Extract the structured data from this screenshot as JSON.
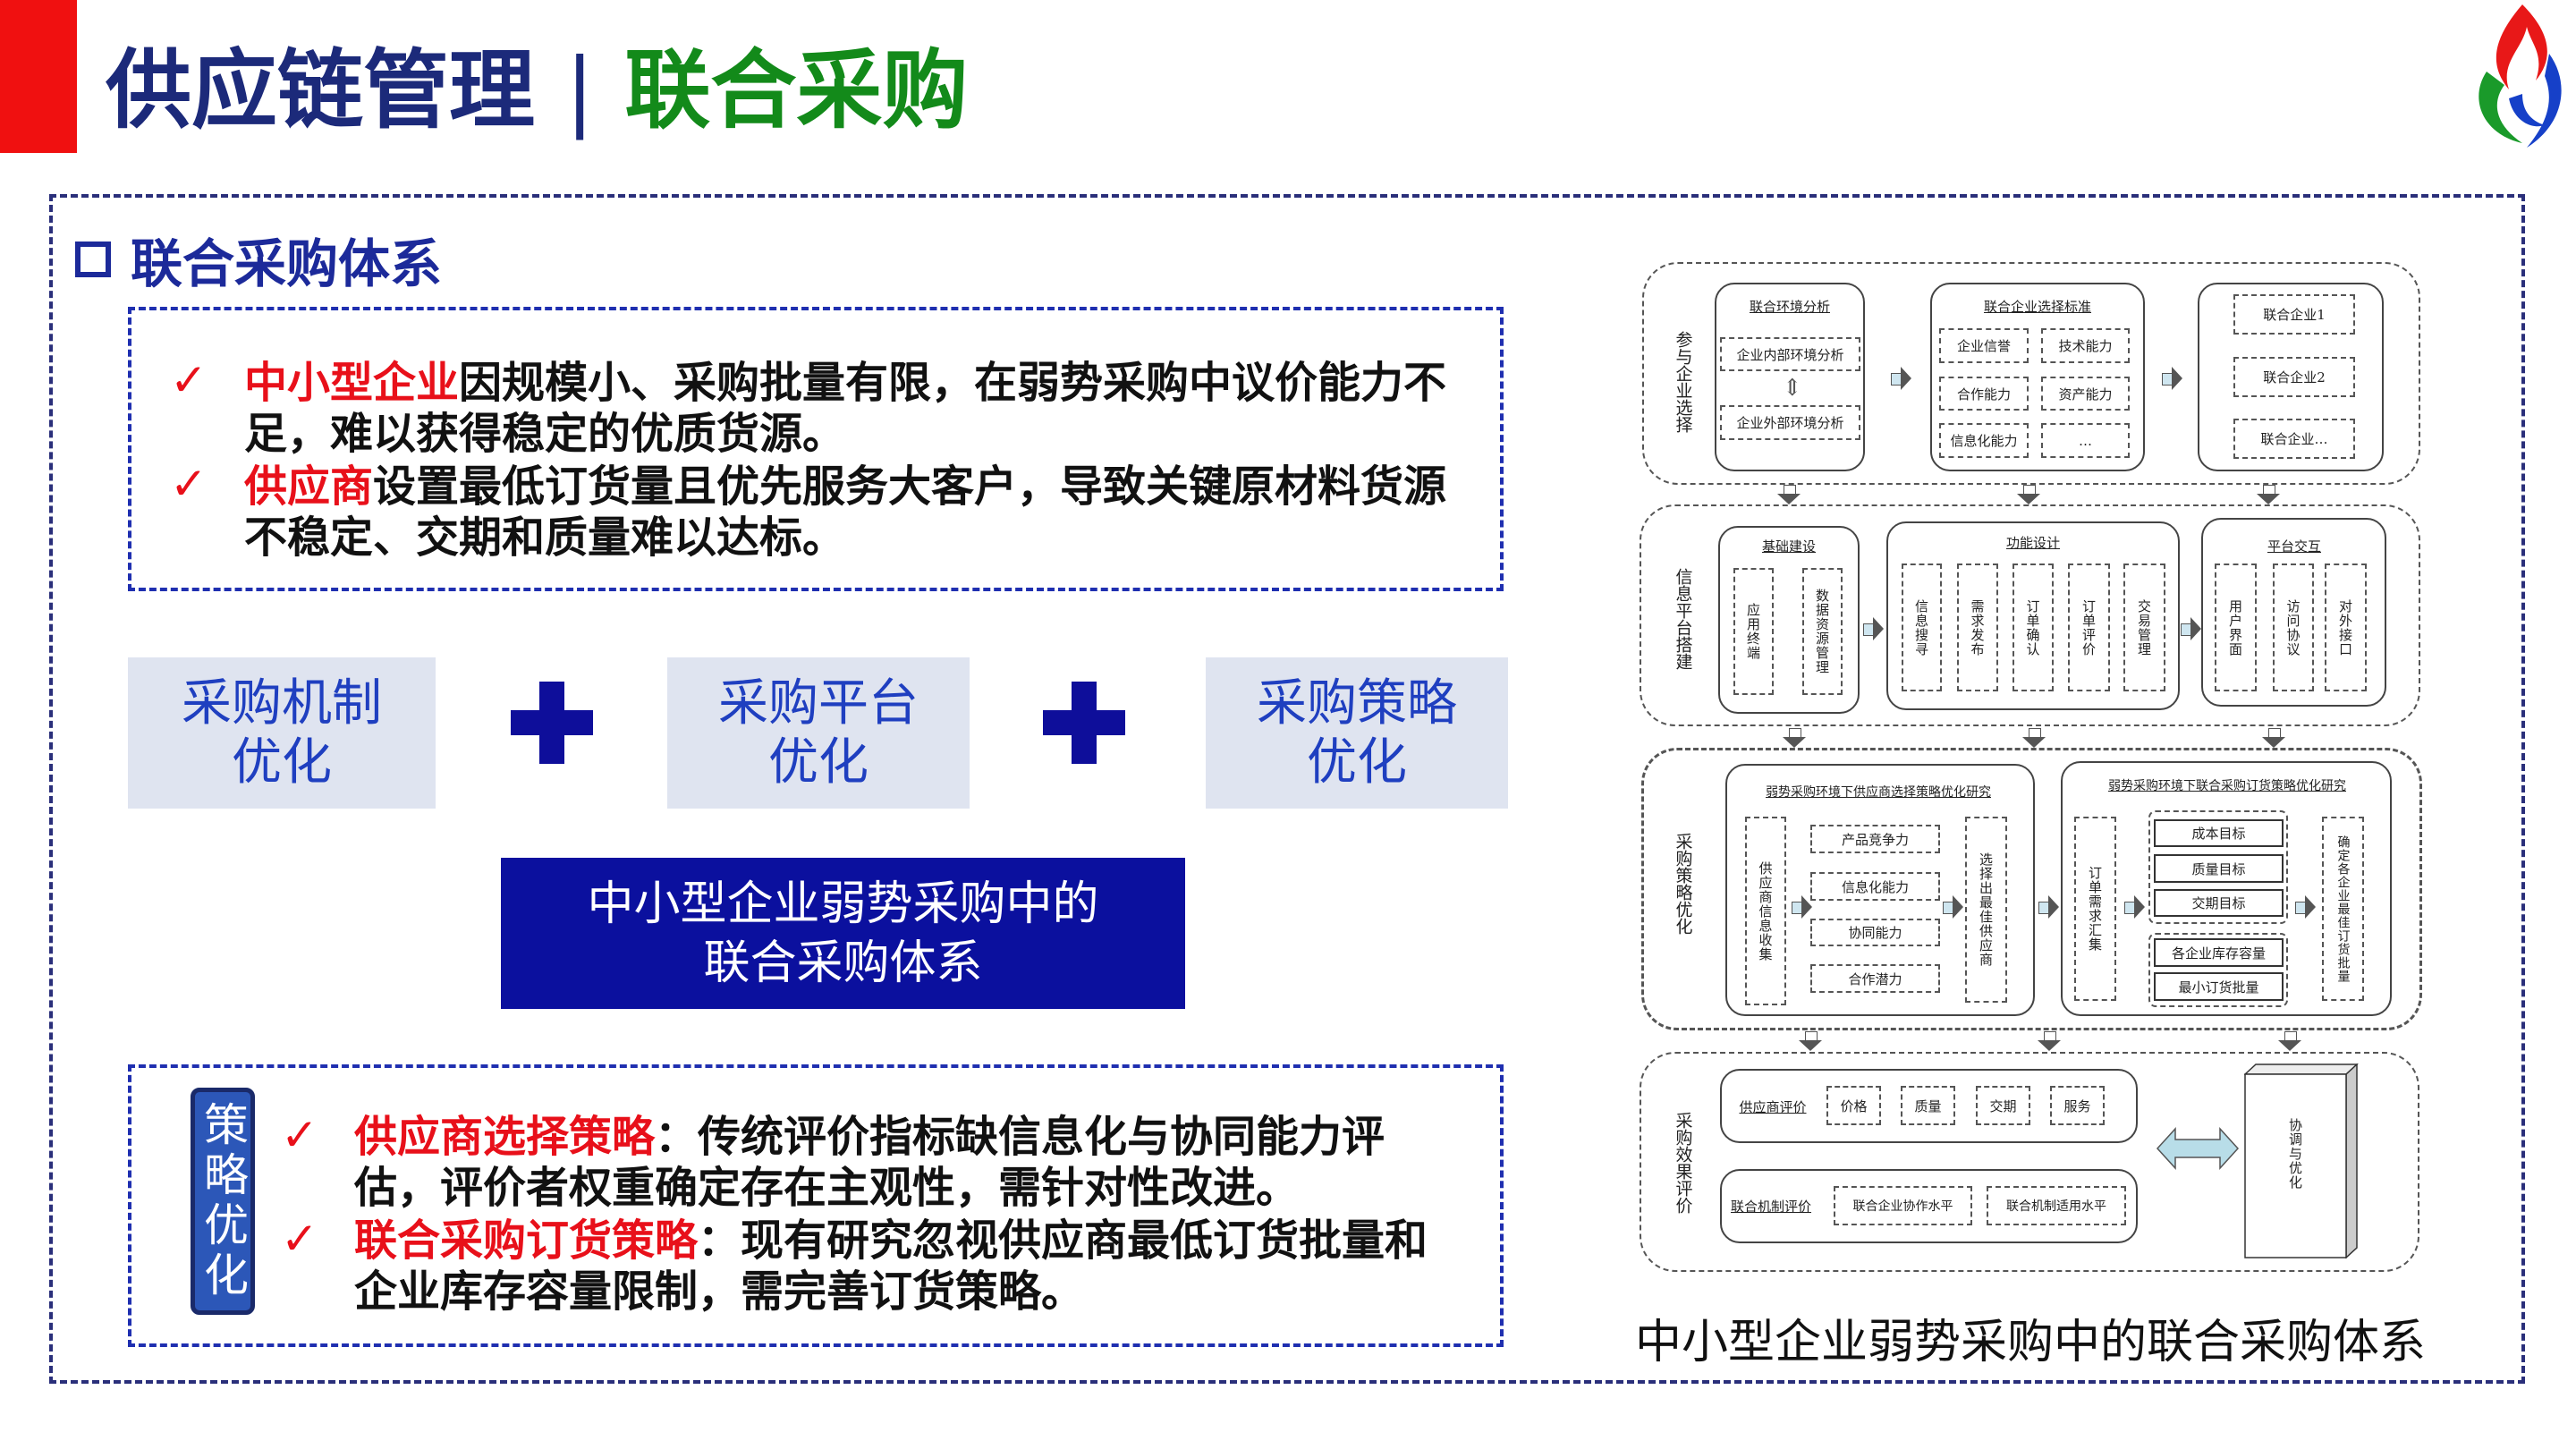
{
  "header": {
    "title_main": "供应链管理",
    "separator": "|",
    "title_sub": "联合采购"
  },
  "section": {
    "heading": "联合采购体系"
  },
  "problems": [
    {
      "highlight": "中小型企业",
      "text": "因规模小、采购批量有限，在弱势采购中议价能力不足，难以获得稳定的优质货源。"
    },
    {
      "highlight": "供应商",
      "text": "设置最低订货量且优先服务大客户，导致关键原材料货源不稳定、交期和质量难以达标。"
    }
  ],
  "check_mark": "✓",
  "optimizations": [
    "采购机制\n优化",
    "采购平台\n优化",
    "采购策略\n优化"
  ],
  "core": {
    "line1": "中小型企业弱势采购中的",
    "line2": "联合采购体系"
  },
  "strategy": {
    "badge": "策略优化",
    "items": [
      {
        "highlight": "供应商选择策略",
        "text": "：传统评价指标缺信息化与协同能力评估，评价者权重确定存在主观性，需针对性改进。"
      },
      {
        "highlight": "联合采购订货策略",
        "text": "：现有研究忽视供应商最低订货批量和企业库存容量限制，需完善订货策略。"
      }
    ]
  },
  "diagram": {
    "s1": {
      "label": "参与企业选择",
      "a_title": "联合环境分析",
      "a_items": [
        "企业内部环境分析",
        "企业外部环境分析"
      ],
      "b_title": "联合企业选择标准",
      "b_items": [
        "企业信誉",
        "技术能力",
        "合作能力",
        "资产能力",
        "信息化能力",
        "…"
      ],
      "c_items": [
        "联合企业1",
        "联合企业2",
        "联合企业…"
      ]
    },
    "s2": {
      "label": "信息平台搭建",
      "a_title": "基础建设",
      "a_items": [
        "应用终端",
        "数据资源管理"
      ],
      "b_title": "功能设计",
      "b_items": [
        "信息搜寻",
        "需求发布",
        "订单确认",
        "订单评价",
        "交易管理"
      ],
      "c_title": "平台交互",
      "c_items": [
        "用户界面",
        "访问协议",
        "对外接口"
      ]
    },
    "s3": {
      "label": "采购策略优化",
      "l_title": "弱势采购环境下供应商选择策略优化研究",
      "l_in": "供应商信息收集",
      "l_items": [
        "产品竞争力",
        "信息化能力",
        "协同能力",
        "合作潜力"
      ],
      "l_out": "选择出最佳供应商",
      "r_title": "弱势采购环境下联合采购订货策略优化研究",
      "r_in": "订单需求汇集",
      "r_goals": [
        "成本目标",
        "质量目标",
        "交期目标"
      ],
      "r_limits": [
        "各企业库存容量",
        "最小订货批量"
      ],
      "r_out": "确定各企业最佳订货批量"
    },
    "s4": {
      "label": "采购效果评价",
      "e1_title": "供应商评价",
      "e1_items": [
        "价格",
        "质量",
        "交期",
        "服务"
      ],
      "e2_title": "联合机制评价",
      "e2_items": [
        "联合企业协作水平",
        "联合机制适用水平"
      ],
      "coord": "协调与优化"
    }
  },
  "caption": "中小型企业弱势采购中的联合采购体系",
  "colors": {
    "red": "#e8101a",
    "navy": "#0b109e",
    "green": "#138a1a"
  }
}
